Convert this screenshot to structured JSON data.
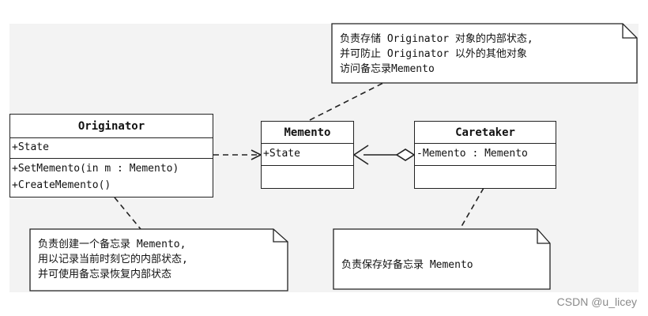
{
  "classes": {
    "originator": {
      "name": "Originator",
      "attributes": [
        "+State"
      ],
      "operations": [
        "+SetMemento(in m : Memento)",
        "+CreateMemento()"
      ]
    },
    "memento": {
      "name": "Memento",
      "attributes": [
        "+State"
      ],
      "operations": [
        ""
      ]
    },
    "caretaker": {
      "name": "Caretaker",
      "attributes": [
        "-Memento : Memento"
      ],
      "operations": [
        ""
      ]
    }
  },
  "notes": {
    "memento": [
      "负责存储 Originator 对象的内部状态,",
      "并可防止 Originator 以外的其他对象",
      "访问备忘录Memento"
    ],
    "originator": [
      "负责创建一个备忘录 Memento,",
      "用以记录当前时刻它的内部状态,",
      "并可使用备忘录恢复内部状态"
    ],
    "caretaker": [
      "负责保存好备忘录 Memento"
    ]
  },
  "watermark": "CSDN @u_licey",
  "colors": {
    "line": "#222222",
    "background_scan": "#f3f3f3",
    "watermark": "#8a8a8a"
  }
}
